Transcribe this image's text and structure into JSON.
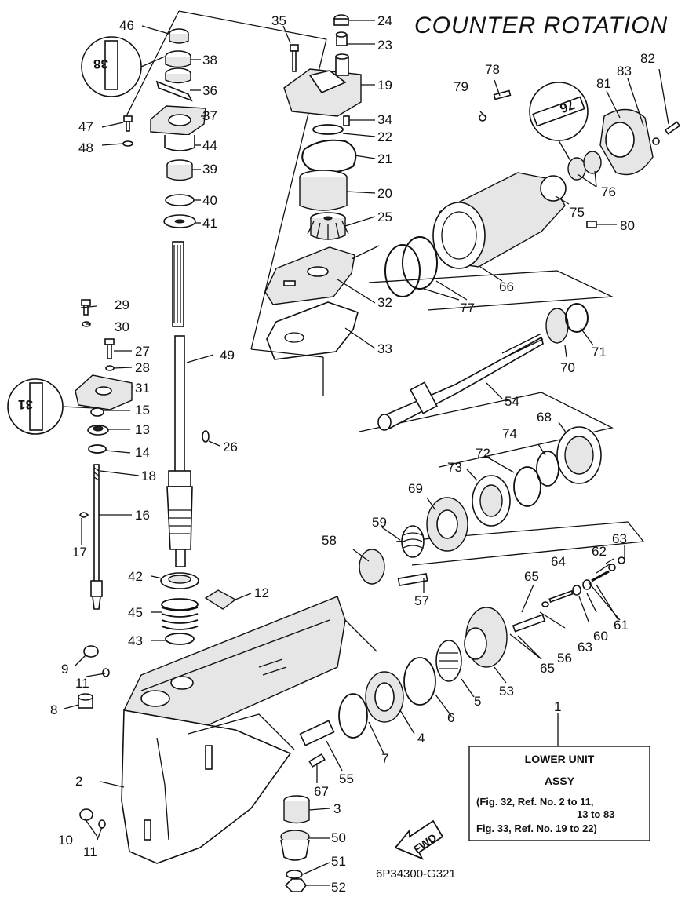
{
  "title": "COUNTER ROTATION",
  "drawing_code": "6P34300-G321",
  "info_box": {
    "ref": "1",
    "line1": "LOWER UNIT",
    "line2": "ASSY",
    "line3": "(Fig. 32, Ref. No. 2 to 11,",
    "line4": "13 to 83",
    "line5": "Fig. 33, Ref. No. 19 to 22)"
  },
  "fwd_label": "FWD",
  "labels": {
    "n2": "2",
    "n3": "3",
    "n4": "4",
    "n5": "5",
    "n6": "6",
    "n7": "7",
    "n8": "8",
    "n9": "9",
    "n10": "10",
    "n11a": "11",
    "n11b": "11",
    "n12": "12",
    "n13": "13",
    "n14": "14",
    "n15": "15",
    "n16": "16",
    "n17": "17",
    "n18": "18",
    "n19": "19",
    "n20": "20",
    "n21": "21",
    "n22": "22",
    "n23": "23",
    "n24": "24",
    "n25": "25",
    "n26": "26",
    "n27": "27",
    "n28": "28",
    "n29": "29",
    "n30": "30",
    "n31": "31",
    "n32": "32",
    "n33": "33",
    "n34": "34",
    "n35": "35",
    "n36": "36",
    "n37": "37",
    "n38": "38",
    "n39": "39",
    "n40": "40",
    "n41": "41",
    "n42": "42",
    "n43": "43",
    "n44": "44",
    "n45": "45",
    "n46": "46",
    "n47": "47",
    "n48": "48",
    "n49": "49",
    "n50": "50",
    "n51": "51",
    "n52": "52",
    "n53": "53",
    "n54": "54",
    "n55": "55",
    "n56": "56",
    "n57": "57",
    "n58": "58",
    "n59": "59",
    "n60": "60",
    "n61": "61",
    "n62": "62",
    "n63a": "63",
    "n63b": "63",
    "n64": "64",
    "n65a": "65",
    "n65b": "65",
    "n66": "66",
    "n67": "67",
    "n68": "68",
    "n69": "69",
    "n70": "70",
    "n71": "71",
    "n72": "72",
    "n73": "73",
    "n74": "74",
    "n75": "75",
    "n76": "76",
    "n77": "77",
    "n78": "78",
    "n79": "79",
    "n80": "80",
    "n81": "81",
    "n82": "82",
    "n83": "83"
  },
  "callouts": {
    "c38": "38",
    "c31": "31",
    "c76": "76"
  },
  "colors": {
    "ink": "#111111",
    "paper": "#ffffff",
    "shade": "#e6e6e6"
  }
}
